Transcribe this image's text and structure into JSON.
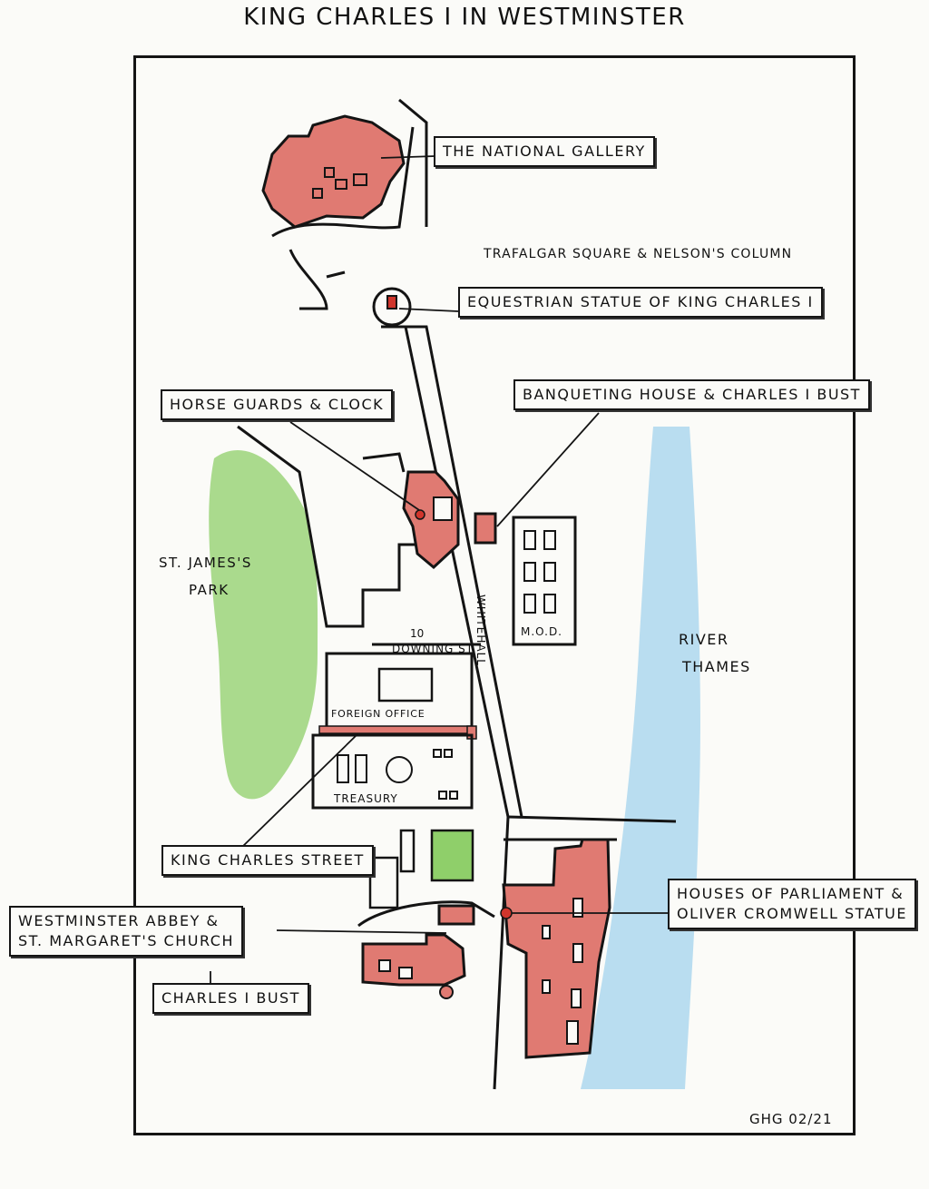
{
  "title": "KING CHARLES I IN WESTMINSTER",
  "labels": {
    "national_gallery": "THE NATIONAL GALLERY",
    "trafalgar": "TRAFALGAR SQUARE & NELSON'S COLUMN",
    "equestrian_statue": "EQUESTRIAN STATUE OF KING CHARLES I",
    "horse_guards": "HORSE GUARDS & CLOCK",
    "banqueting_house": "BANQUETING HOUSE & CHARLES I BUST",
    "st_james_park_line1": "ST. JAMES'S",
    "st_james_park_line2": "PARK",
    "whitehall": "WHITEHALL",
    "downing_number": "10",
    "downing_street": "DOWNING ST.",
    "mod": "M.O.D.",
    "river_line1": "RIVER",
    "river_line2": "THAMES",
    "foreign_office": "FOREIGN OFFICE",
    "treasury": "TREASURY",
    "king_charles_street": "KING CHARLES STREET",
    "westminster_abbey_line1": "WESTMINSTER ABBEY &",
    "westminster_abbey_line2": "ST. MARGARET'S CHURCH",
    "charles_bust": "CHARLES I BUST",
    "parliament_line1": "HOUSES OF PARLIAMENT &",
    "parliament_line2": "OLIVER CROMWELL STATUE"
  },
  "signature": "GHG 02/21",
  "colors": {
    "building": "#e07a72",
    "building_stroke": "#1a1a1a",
    "park": "#8fcf6a",
    "river": "#a9d6ee",
    "ink": "#141414"
  }
}
